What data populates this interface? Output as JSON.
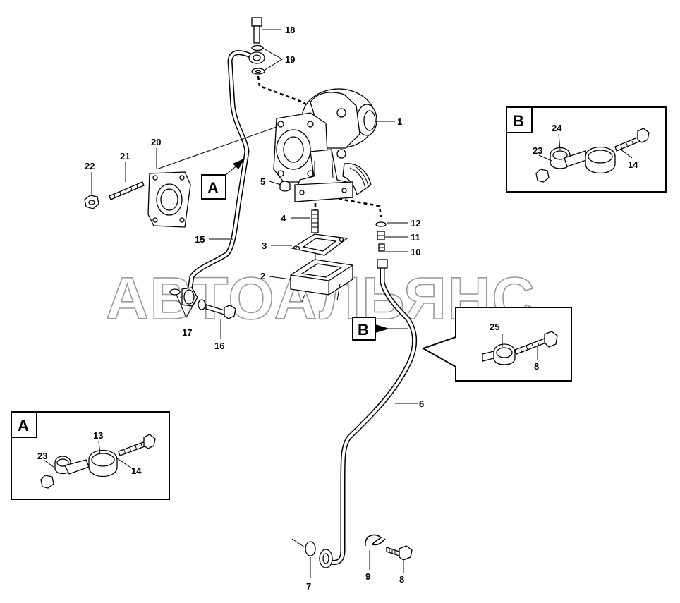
{
  "watermark": "АВТОАЛЬЯНС",
  "parts": {
    "p1": "1",
    "p2": "2",
    "p3": "3",
    "p4": "4",
    "p5": "5",
    "p6": "6",
    "p7": "7",
    "p8": "8",
    "p9": "9",
    "p10": "10",
    "p11": "11",
    "p12": "12",
    "p15": "15",
    "p16": "16",
    "p17": "17",
    "p18": "18",
    "p19": "19",
    "p20": "20",
    "p21": "21",
    "p22": "22"
  },
  "callouts": {
    "a_tag": "A",
    "b_tag": "B"
  },
  "detail_a": {
    "letter": "A",
    "labels": {
      "p13": "13",
      "p14": "14",
      "p23": "23"
    }
  },
  "detail_b_top": {
    "letter": "B",
    "labels": {
      "p14": "14",
      "p23": "23",
      "p24": "24"
    }
  },
  "detail_b_clamp": {
    "labels": {
      "p8": "8",
      "p25": "25"
    }
  }
}
